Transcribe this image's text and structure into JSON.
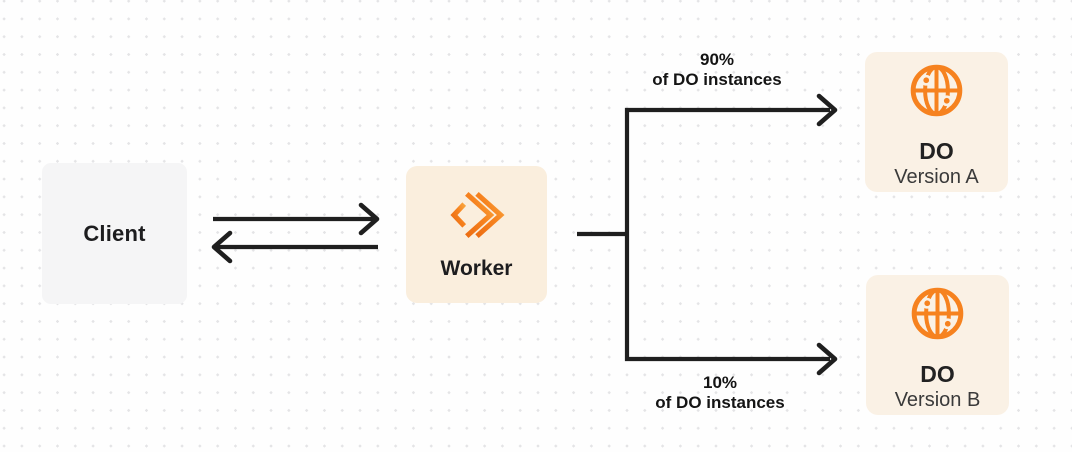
{
  "client": {
    "label": "Client"
  },
  "worker": {
    "label": "Worker"
  },
  "branches": {
    "top": {
      "percent": "90%",
      "caption": "of DO instances"
    },
    "bottom": {
      "percent": "10%",
      "caption": "of DO instances"
    }
  },
  "do_a": {
    "title": "DO",
    "subtitle": "Version A"
  },
  "do_b": {
    "title": "DO",
    "subtitle": "Version B"
  },
  "icons": {
    "worker_icon": "workers-chevron-icon",
    "do_icon": "globe-icon"
  },
  "colors": {
    "accent_orange": "#F6821F",
    "accent_orange_light": "#F9A43C",
    "worker_box_bg": "#FAEEDD",
    "do_box_bg": "#FAF1E5",
    "client_box_bg": "#F5F5F6",
    "line_color": "#1F1F1F",
    "dot_grid": "#E4E4E6"
  }
}
